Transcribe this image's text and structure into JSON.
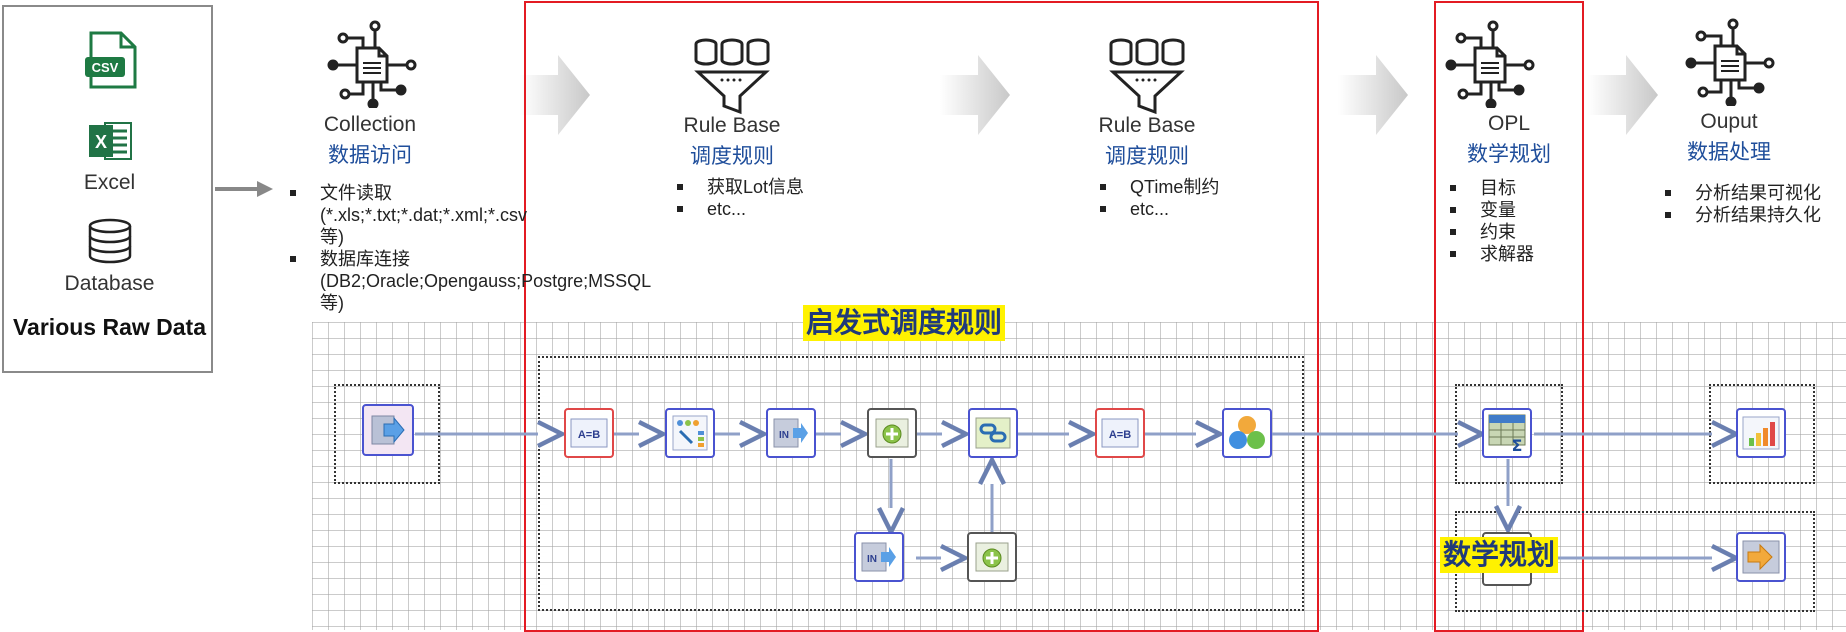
{
  "source": {
    "items": [
      {
        "icon": "csv-file-icon",
        "label": "",
        "badge": "CSV"
      },
      {
        "icon": "excel-icon",
        "label": "Excel",
        "badge": "X"
      },
      {
        "icon": "database-icon",
        "label": "Database"
      }
    ],
    "title": "Various Raw Data"
  },
  "stages": [
    {
      "en": "Collection",
      "cn": "数据访问",
      "bullets": [
        "文件读取\n(*.xls;*.txt;*.dat;*.xml;*.csv等)",
        "数据库连接(DB2;Oracle;Opengauss;Postgre;MSSQL等)"
      ]
    },
    {
      "en": "Rule Base",
      "cn": "调度规则",
      "bullets": [
        "获取Lot信息",
        "etc..."
      ]
    },
    {
      "en": "Rule Base",
      "cn": "调度规则",
      "bullets": [
        "QTime制约",
        "etc..."
      ]
    },
    {
      "en": "OPL",
      "cn": "数学规划",
      "bullets": [
        "目标",
        "变量",
        "约束",
        "求解器"
      ]
    },
    {
      "en": "Ouput",
      "cn": "数据处理",
      "bullets": [
        "分析结果可视化",
        "分析结果持久化"
      ]
    }
  ],
  "highlights": {
    "heuristic": "启发式调度规则",
    "math_programming": "数学规划"
  },
  "flow_nodes": {
    "input": "input-data-icon",
    "rule1": "A=B",
    "rule2": "A=B",
    "mip": "Σ"
  },
  "colors": {
    "accent_red": "#e31b23",
    "heading_blue": "#1f4e9b",
    "highlight_yellow": "#fff200",
    "node_blue": "#4a53d0"
  }
}
